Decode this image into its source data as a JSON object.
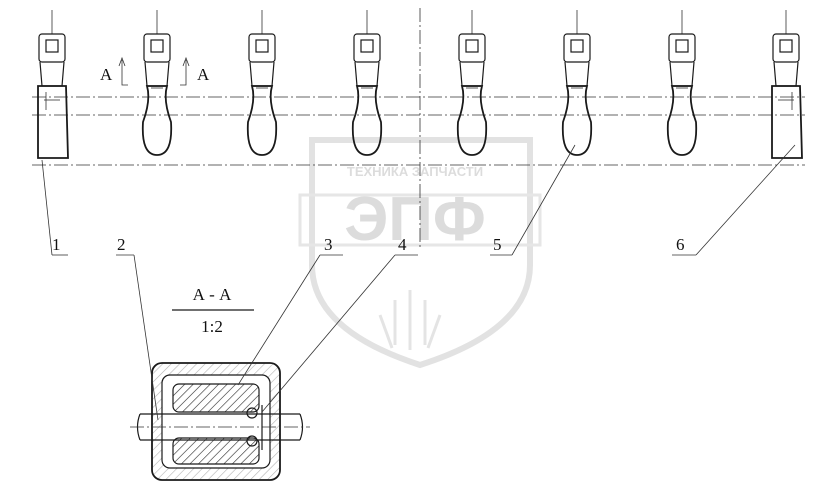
{
  "callouts": [
    "1",
    "2",
    "3",
    "4",
    "5",
    "6"
  ],
  "section_marker": "A",
  "section": {
    "title": "А - А",
    "scale": "1:2"
  },
  "watermark": {
    "top_text": "ТЕХНИКА ЗАПЧАСТИ",
    "big_text": "ЭПФ"
  },
  "colors": {
    "line": "#1a1a1a",
    "watermark": "#dcdcdc"
  }
}
